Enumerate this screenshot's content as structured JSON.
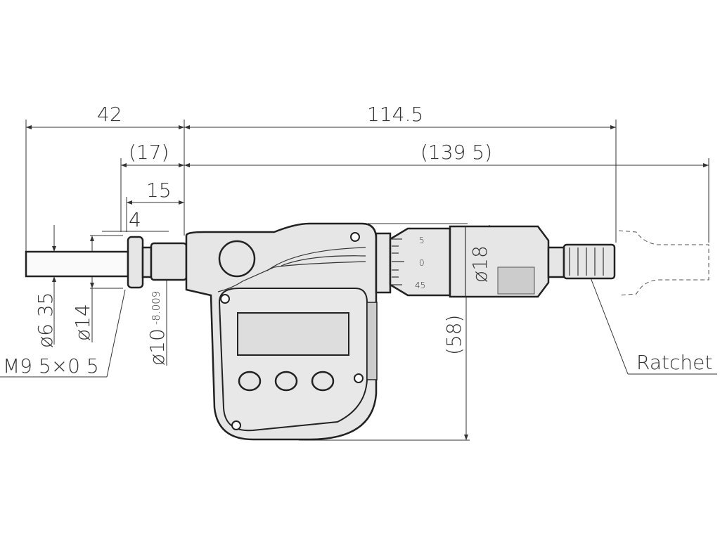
{
  "title": "Digital micrometer head dimensional drawing",
  "dimensions": {
    "d42": "42",
    "d114_5": "114.5",
    "d17": "(17)",
    "d139_5": "(139 5)",
    "d15": "15",
    "d4": "4",
    "dia6_35": "ø6 35",
    "dia14": "ø14",
    "dia10": "ø10",
    "dia10_tol": "-8.009",
    "thread": "M9 5×0 5",
    "dia18": "ø18",
    "d58": "(58)"
  },
  "thimble_scale": [
    "5",
    "0",
    "45"
  ],
  "labels": {
    "ratchet": "Ratchet"
  }
}
